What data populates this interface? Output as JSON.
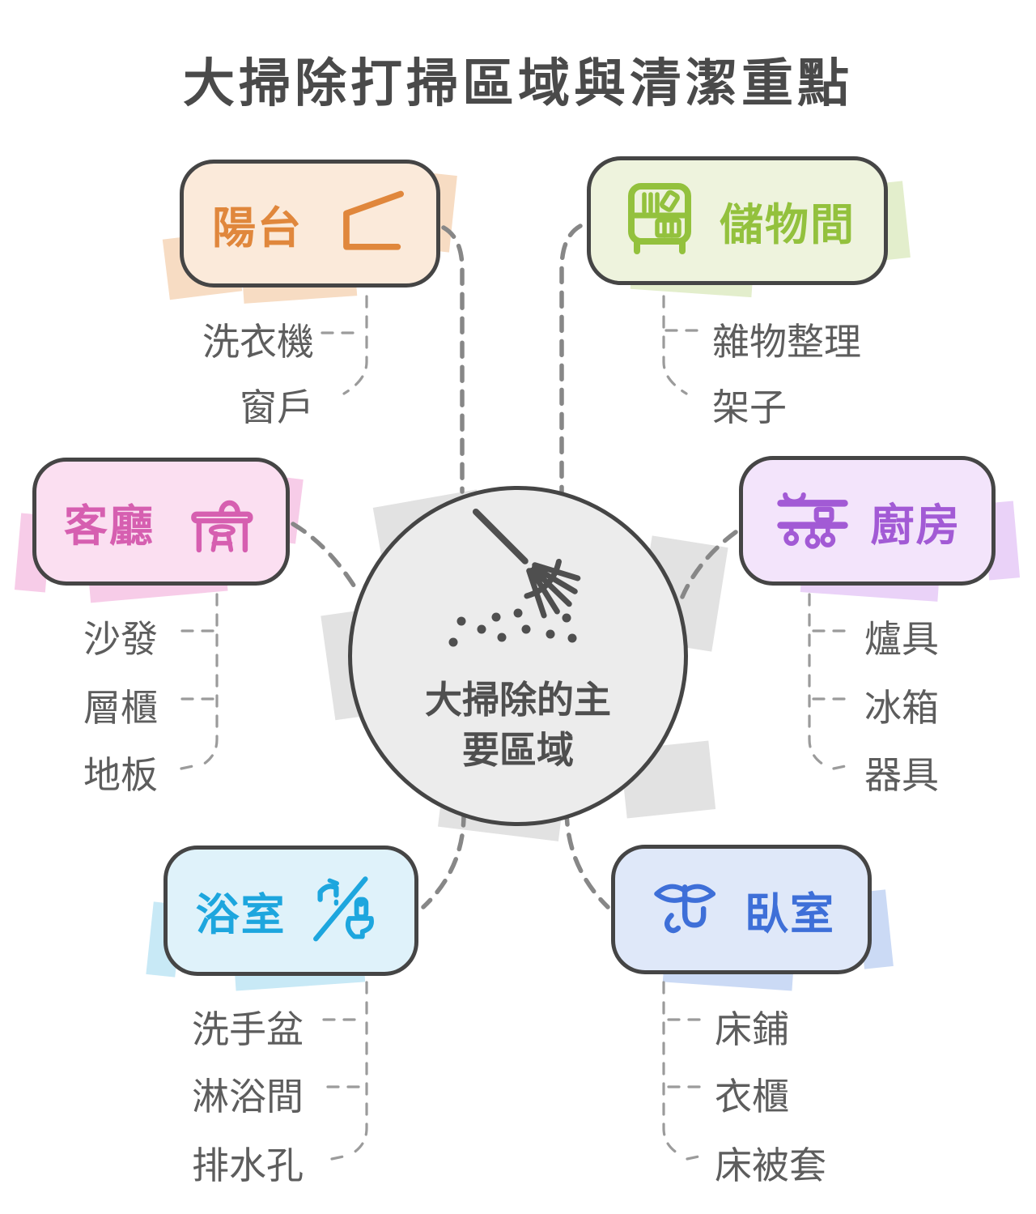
{
  "title": "大掃除打掃區域與清潔重點",
  "center": {
    "line1": "大掃除的主",
    "line2": "要區域",
    "icon": "broom-icon"
  },
  "nodes": [
    {
      "id": "balcony",
      "label": "陽台",
      "icon": "balcony-icon",
      "color": "#E0873C",
      "bg": "#FBEADA",
      "patch": "#F7DCC3",
      "items": [
        "洗衣機",
        "窗戶"
      ]
    },
    {
      "id": "storage-room",
      "label": "儲物間",
      "icon": "storage-shelf-icon",
      "color": "#93C13D",
      "bg": "#EEF3DD",
      "patch": "#E3EECC",
      "items": [
        "雜物整理",
        "架子"
      ]
    },
    {
      "id": "living-room",
      "label": "客廳",
      "icon": "table-chair-icon",
      "color": "#D65FB0",
      "bg": "#FBDFF1",
      "patch": "#F7CCE8",
      "items": [
        "沙發",
        "層櫃",
        "地板"
      ]
    },
    {
      "id": "kitchen",
      "label": "廚房",
      "icon": "kitchen-rack-icon",
      "color": "#A25AD5",
      "bg": "#F3E4FB",
      "patch": "#EAD2F8",
      "items": [
        "爐具",
        "冰箱",
        "器具"
      ]
    },
    {
      "id": "bathroom",
      "label": "浴室",
      "icon": "faucet-toilet-icon",
      "color": "#1DA6DE",
      "bg": "#DFF2FA",
      "patch": "#C8E9F6",
      "items": [
        "洗手盆",
        "淋浴間",
        "排水孔"
      ]
    },
    {
      "id": "bedroom",
      "label": "臥室",
      "icon": "quiet-gesture-icon",
      "color": "#3E6FD8",
      "bg": "#DFE8F9",
      "patch": "#CBDAF5",
      "items": [
        "床鋪",
        "衣櫃",
        "床被套"
      ]
    }
  ],
  "colors": {
    "outline": "#454545",
    "title_text": "#4A4A4A",
    "item_text": "#5D5D5D",
    "center_text": "#4F4F4F",
    "branch_dash": "#878787",
    "item_dash": "#9B9B9B",
    "center_fill": "#ECECEC",
    "center_patch": "#E2E2E2",
    "background": "#FFFFFF"
  }
}
